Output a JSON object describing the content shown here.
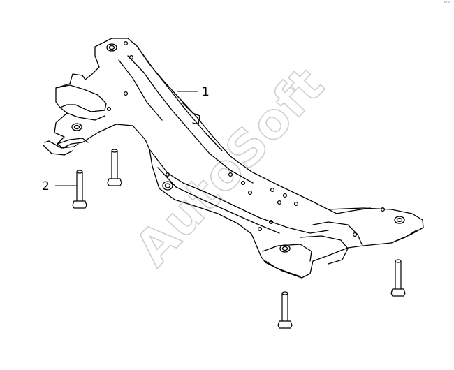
{
  "diagram": {
    "callouts": [
      {
        "id": "1",
        "label": "1",
        "part": "crossmember"
      },
      {
        "id": "2",
        "label": "2",
        "part": "bolt"
      }
    ]
  },
  "watermark": {
    "text": "AutoSoft"
  },
  "corner_mark": {
    "text": "ᵖʳᵒ"
  },
  "colors": {
    "line": "#000000",
    "background": "#ffffff",
    "watermark_stroke": "#d0d0d0"
  }
}
